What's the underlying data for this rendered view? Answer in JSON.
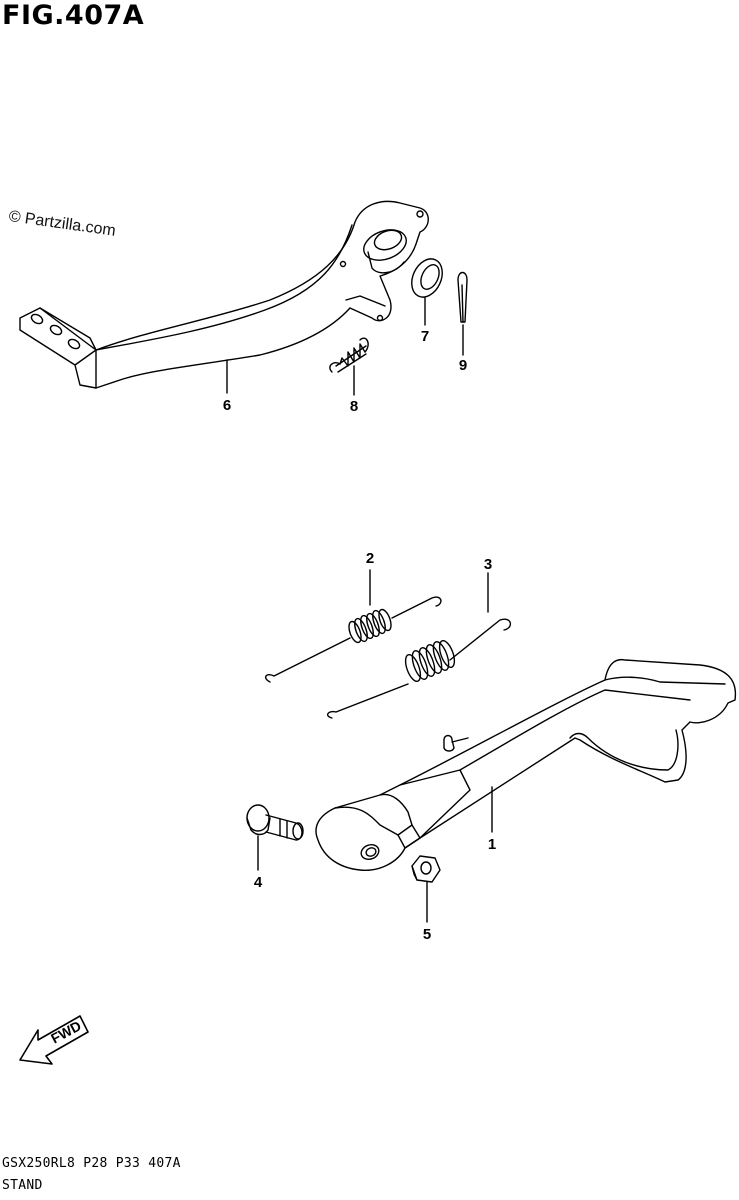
{
  "figure": {
    "title": "FIG.407A"
  },
  "watermark": "© Partzilla.com",
  "callouts": [
    {
      "id": "6",
      "label": "6"
    },
    {
      "id": "7",
      "label": "7"
    },
    {
      "id": "8",
      "label": "8"
    },
    {
      "id": "9",
      "label": "9"
    },
    {
      "id": "2",
      "label": "2"
    },
    {
      "id": "3",
      "label": "3"
    },
    {
      "id": "1",
      "label": "1"
    },
    {
      "id": "4",
      "label": "4"
    },
    {
      "id": "5",
      "label": "5"
    }
  ],
  "fwd": {
    "label": "FWD"
  },
  "footer": {
    "model_code": "GSX250RL8  P28  P33  407A",
    "section": "STAND"
  }
}
